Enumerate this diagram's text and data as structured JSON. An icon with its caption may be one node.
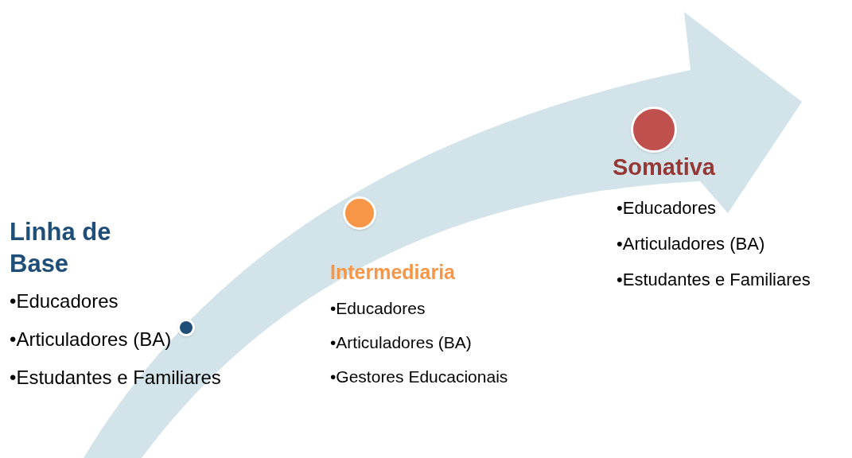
{
  "diagram": {
    "nodes": [
      {
        "text": [],
        "shape": "circle",
        "beside": [
          "Linha de Base",
          "•Educadores",
          "•Articuladores (BA)",
          "•Estudantes e Familiares"
        ]
      },
      {
        "text": [],
        "shape": "circle",
        "beside": [
          "Intermediaria",
          "•Educadores",
          "•Articuladores (BA)",
          "•Gestores Educacionais"
        ]
      },
      {
        "text": [],
        "shape": "circle",
        "beside": [
          "Somativa",
          "•Educadores",
          "•Articuladores (BA)",
          "•Estudantes e Familiares"
        ]
      }
    ]
  }
}
